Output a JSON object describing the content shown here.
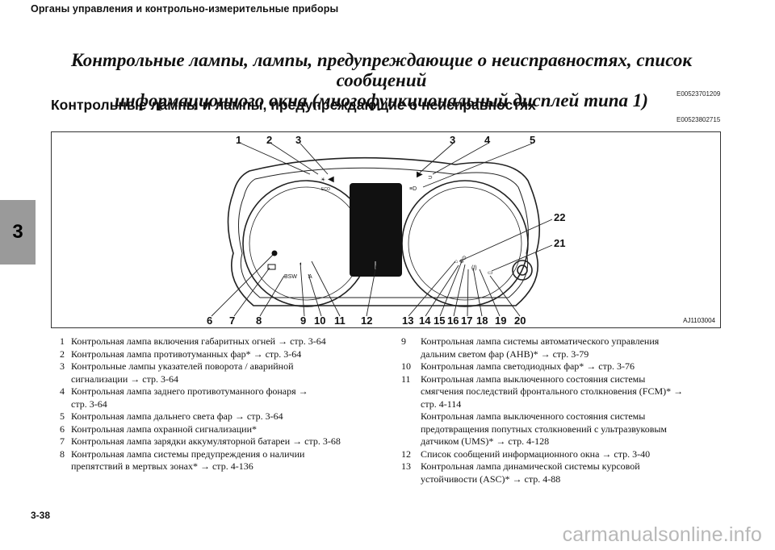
{
  "header": {
    "running_title": "Органы управления и контрольно-измерительные приборы"
  },
  "chapter_tab": "3",
  "main_title": {
    "line1": "Контрольные лампы, лампы, предупреждающие о неисправностях, список сообщений",
    "line2": "информационного окна (многофункциональный дисплей типа 1)",
    "code": "E00523701209"
  },
  "section": {
    "title": "Контрольные лампы и лампы, предупреждающие о неисправностях",
    "code": "E00523802715"
  },
  "figure": {
    "code": "AJ1103004",
    "callouts_top": [
      "1",
      "2",
      "3",
      "3",
      "4",
      "5"
    ],
    "callouts_right": [
      "22",
      "21"
    ],
    "callouts_bottom": [
      "6",
      "7",
      "8",
      "9",
      "10",
      "11",
      "12",
      "13",
      "14",
      "15",
      "16",
      "17",
      "18",
      "19",
      "20"
    ]
  },
  "legend_left": [
    {
      "num": "1",
      "text": "Контрольная лампа включения габаритных огней → стр. 3-64"
    },
    {
      "num": "2",
      "text": "Контрольная лампа противотуманных фар* → стр. 3-64"
    },
    {
      "num": "3",
      "text": "Контрольные лампы указателей поворота / аварийной\nсигнализации → стр. 3-64"
    },
    {
      "num": "4",
      "text": "Контрольная лампа заднего противотуманного фонаря →\nстр. 3-64"
    },
    {
      "num": "5",
      "text": "Контрольная лампа дальнего света фар → стр. 3-64"
    },
    {
      "num": "6",
      "text": "Контрольная лампа охранной сигнализации*"
    },
    {
      "num": "7",
      "text": "Контрольная лампа зарядки аккумуляторной батареи → стр. 3-68"
    },
    {
      "num": "8",
      "text": "Контрольная лампа системы предупреждения о наличии\nпрепятствий в мертвых зонах* → стр. 4-136"
    }
  ],
  "legend_right": [
    {
      "num": "9",
      "text": "Контрольная лампа системы автоматического управления\nдальним светом фар (AHB)* → стр. 3-79"
    },
    {
      "num": "10",
      "text": "Контрольная лампа светодиодных фар* → стр. 3-76"
    },
    {
      "num": "11",
      "text": "Контрольная лампа выключенного состояния системы\nсмягчения последствий фронтального столкновения (FCM)* →\nстр. 4-114\nКонтрольная лампа выключенного состояния системы\nпредотвращения попутных столкновений с ультразвуковым\nдатчиком (UMS)* → стр. 4-128"
    },
    {
      "num": "12",
      "text": "Список сообщений информационного окна → стр. 3-40"
    },
    {
      "num": "13",
      "text": "Контрольная лампа динамической системы курсовой\nустойчивости (ASC)* → стр. 4-88"
    }
  ],
  "page_number": "3-38",
  "watermark": "carmanualsonline.info"
}
